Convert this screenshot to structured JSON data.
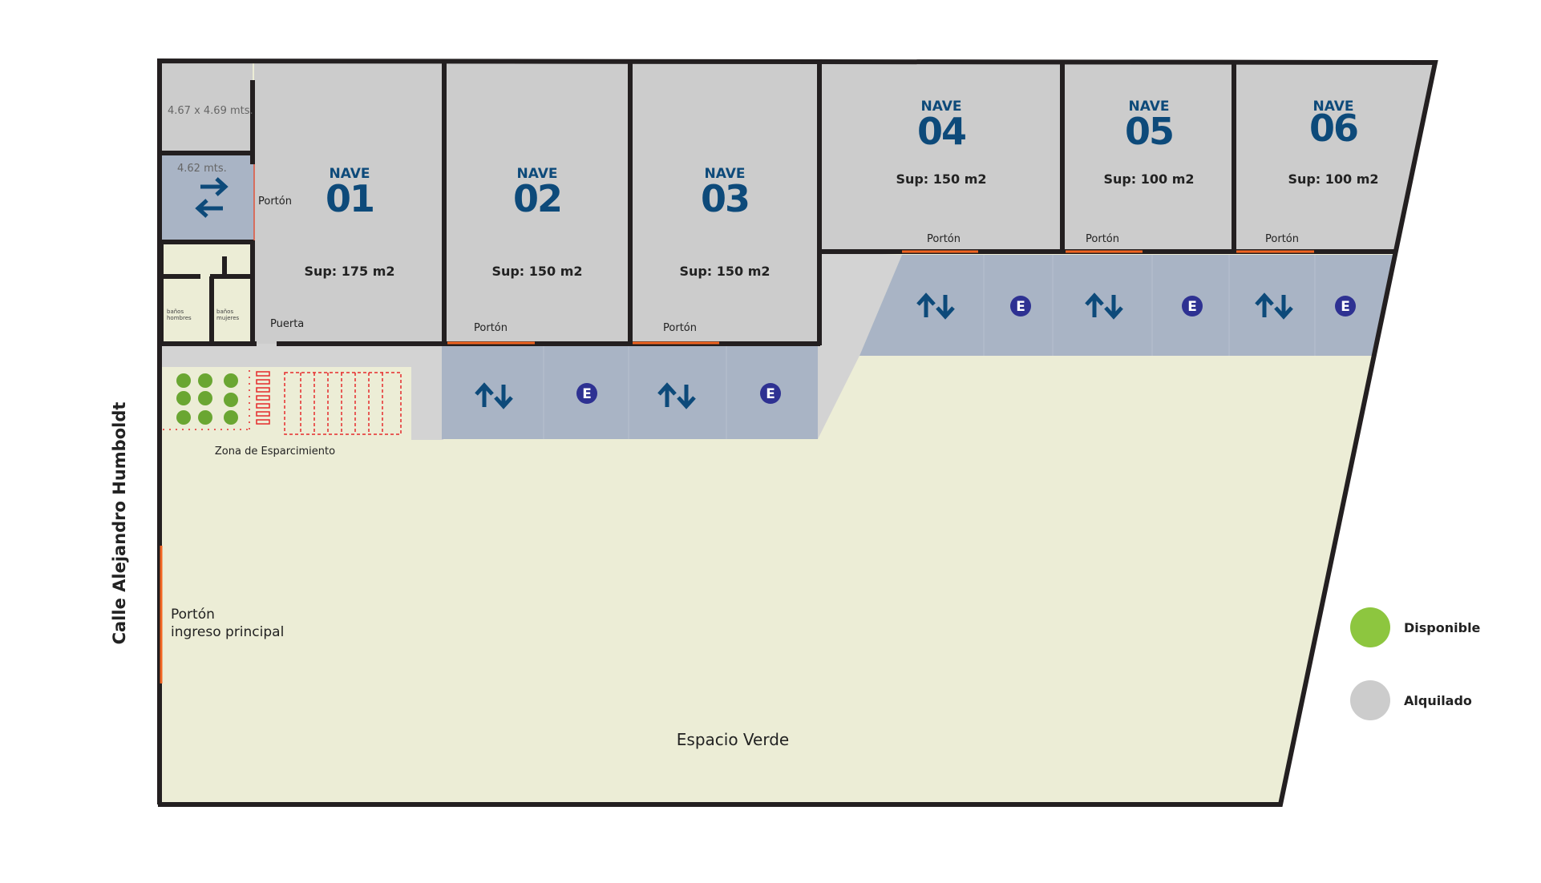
{
  "street": "Calle Alejandro Humboldt",
  "main_gate": {
    "line1": "Portón",
    "line2": "ingreso principal"
  },
  "green_space": "Espacio Verde",
  "leisure_zone": "Zona de Esparcimiento",
  "office": {
    "dimensions": "4.67 x 4.69 mts.",
    "entry_width": "4.62 mts."
  },
  "restrooms": {
    "men": [
      "baños",
      "hombres"
    ],
    "women": [
      "baños",
      "mujeres"
    ]
  },
  "door_label": "Puerta",
  "gate_label": "Portón",
  "naves": [
    {
      "word": "NAVE",
      "number": "01",
      "area": "Sup: 175 m2"
    },
    {
      "word": "NAVE",
      "number": "02",
      "area": "Sup: 150 m2"
    },
    {
      "word": "NAVE",
      "number": "03",
      "area": "Sup: 150 m2"
    },
    {
      "word": "NAVE",
      "number": "04",
      "area": "Sup: 150 m2"
    },
    {
      "word": "NAVE",
      "number": "05",
      "area": "Sup: 100 m2"
    },
    {
      "word": "NAVE",
      "number": "06",
      "area": "Sup: 100 m2"
    }
  ],
  "parking": {
    "e_label": "E"
  },
  "legend": [
    {
      "label": "Disponible",
      "color": "#8dc63f"
    },
    {
      "label": "Alquilado",
      "color": "#cccccc"
    }
  ],
  "colors": {
    "rented": "#cccccc",
    "loading": "#a9b4c5",
    "green": "#ecedd6",
    "brand": "#0d4a7a",
    "gate": "#f26522"
  }
}
